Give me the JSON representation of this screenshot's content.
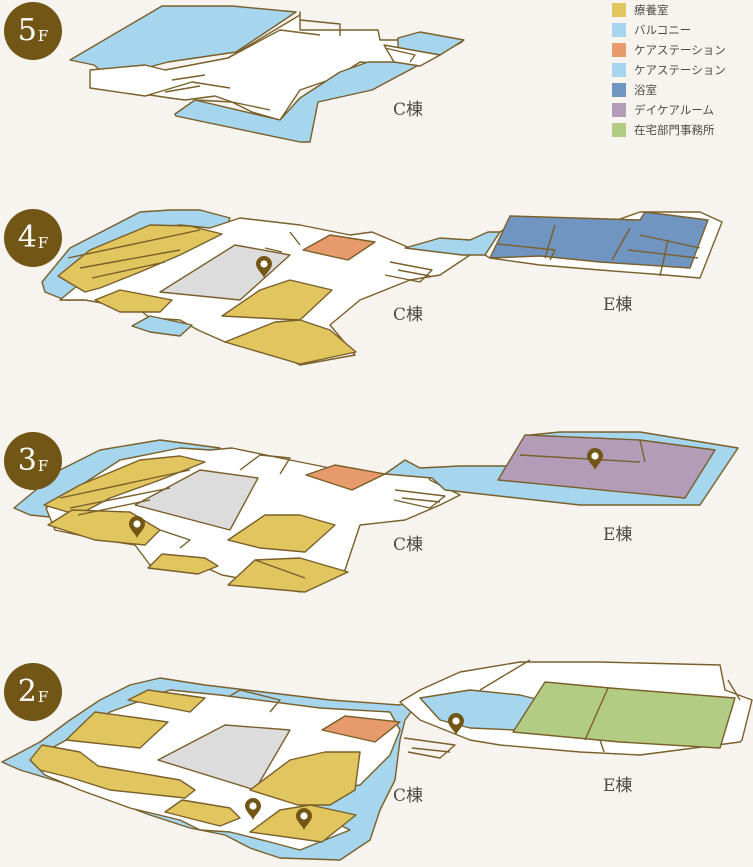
{
  "colors": {
    "room": "#e1c660",
    "balcony": "#a5d6ee",
    "station_orange": "#e79a6b",
    "bath": "#6f95c0",
    "daycare": "#b29cb8",
    "home": "#b2cd83",
    "floor_fill": "#ffffff",
    "gray": "#dcdcdc",
    "outline": "#7a5f2a",
    "badge": "#725616"
  },
  "legend": [
    {
      "label": "療養室",
      "color": "#e1c660"
    },
    {
      "label": "バルコニー",
      "color": "#a5d6ee"
    },
    {
      "label": "ケアステーション",
      "color": "#e79a6b"
    },
    {
      "label": "ケアステーション",
      "color": "#a5d6ee"
    },
    {
      "label": "浴室",
      "color": "#6f95c0"
    },
    {
      "label": "デイケアルーム",
      "color": "#b29cb8"
    },
    {
      "label": "在宅部門事務所",
      "color": "#b2cd83"
    }
  ],
  "floors": [
    {
      "num": "5",
      "unit": "F",
      "buildings": [
        "C棟"
      ]
    },
    {
      "num": "4",
      "unit": "F",
      "buildings": [
        "C棟",
        "E棟"
      ]
    },
    {
      "num": "3",
      "unit": "F",
      "buildings": [
        "C棟",
        "E棟"
      ]
    },
    {
      "num": "2",
      "unit": "F",
      "buildings": [
        "C棟",
        "E棟"
      ]
    }
  ],
  "pin_icon": "map-pin-icon"
}
